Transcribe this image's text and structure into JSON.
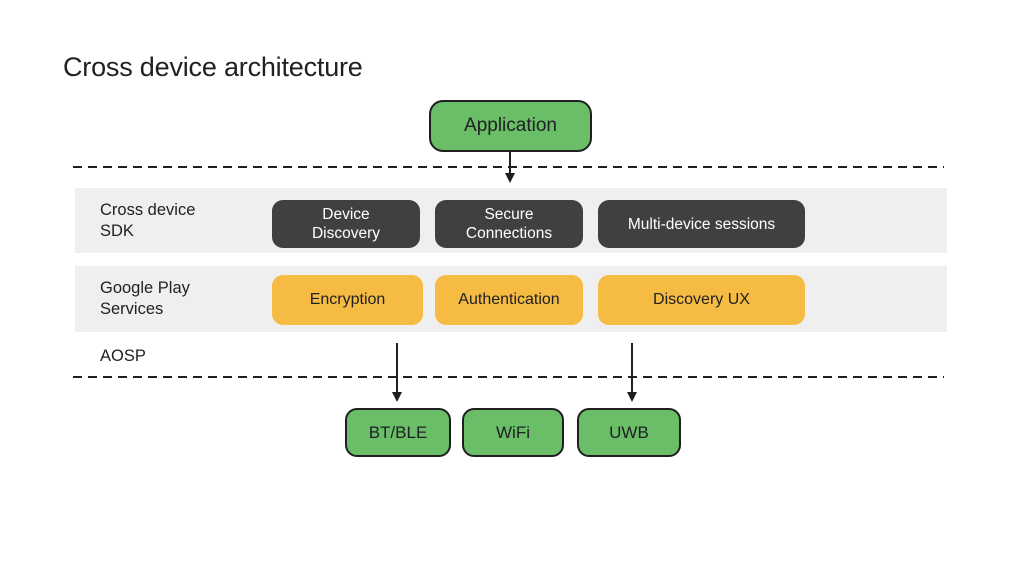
{
  "title": "Cross device architecture",
  "diagram": {
    "application": "Application",
    "sdk_layer": {
      "label": "Cross device\nSDK",
      "boxes": [
        "Device Discovery",
        "Secure Connections",
        "Multi-device sessions"
      ]
    },
    "gps_layer": {
      "label": "Google Play\nServices",
      "boxes": [
        "Encryption",
        "Authentication",
        "Discovery UX"
      ]
    },
    "aosp_label": "AOSP",
    "transport_boxes": [
      "BT/BLE",
      "WiFi",
      "UWB"
    ]
  },
  "colors": {
    "background": "#ffffff",
    "green": "#6abe67",
    "yellow": "#f6bb42",
    "dark_box": "#404040",
    "band": "#efefef",
    "outline": "#1f1f1f",
    "text_dark": "#202124",
    "text_light": "#ffffff"
  }
}
